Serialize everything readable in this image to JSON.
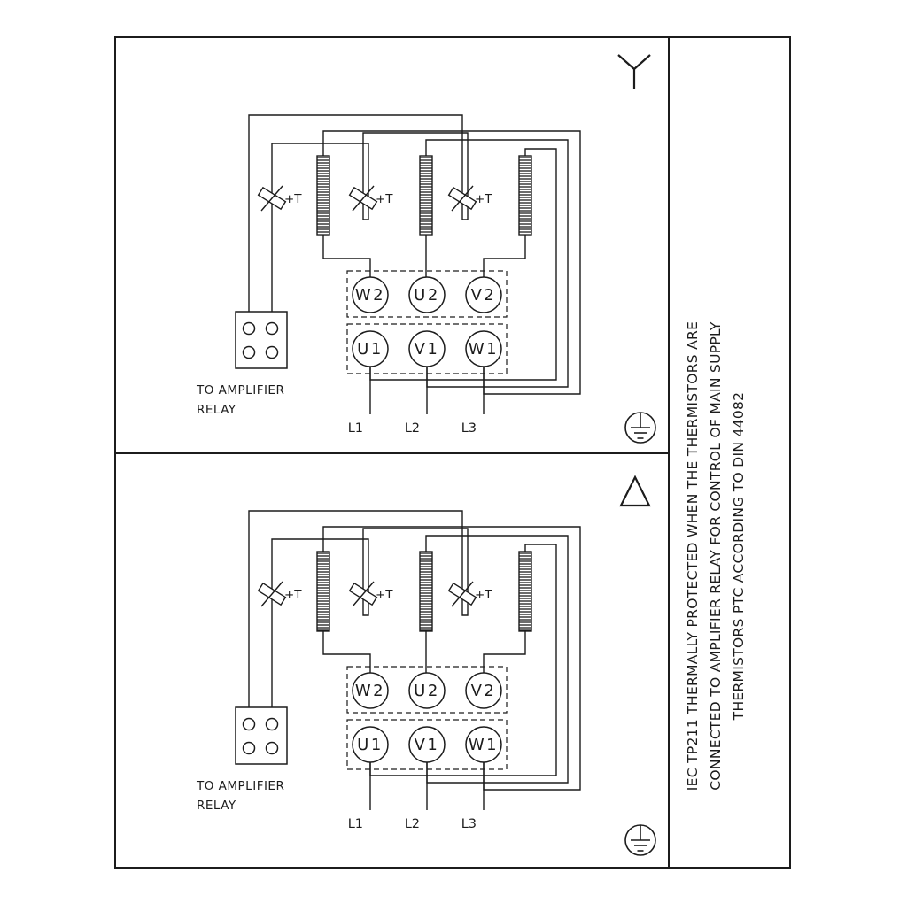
{
  "page": {
    "background": "#ffffff",
    "ink": "#1c1c1c"
  },
  "diagram": {
    "panels": [
      {
        "id": "star-connection",
        "symbol": "star-icon"
      },
      {
        "id": "delta-connection",
        "symbol": "delta-icon"
      }
    ],
    "terminal_labels": {
      "top_row": [
        "W2",
        "U2",
        "V2"
      ],
      "bottom_row": [
        "U1",
        "V1",
        "W1"
      ]
    },
    "supply_labels": [
      "L1",
      "L2",
      "L3"
    ],
    "thermistor_label": "+T",
    "amplifier_note": [
      "TO AMPLIFIER",
      "RELAY"
    ],
    "icons": [
      "star-icon",
      "delta-icon",
      "earth-ground-icon",
      "thermistor-icon",
      "winding-coil"
    ],
    "side_note_lines": [
      "IEC TP211 THERMALLY PROTECTED WHEN THE THERMISTORS ARE",
      "CONNECTED TO AMPLIFIER RELAY FOR CONTROL OF MAIN SUPPLY",
      "THERMISTORS PTC ACCORDING TO DIN 44082"
    ]
  }
}
